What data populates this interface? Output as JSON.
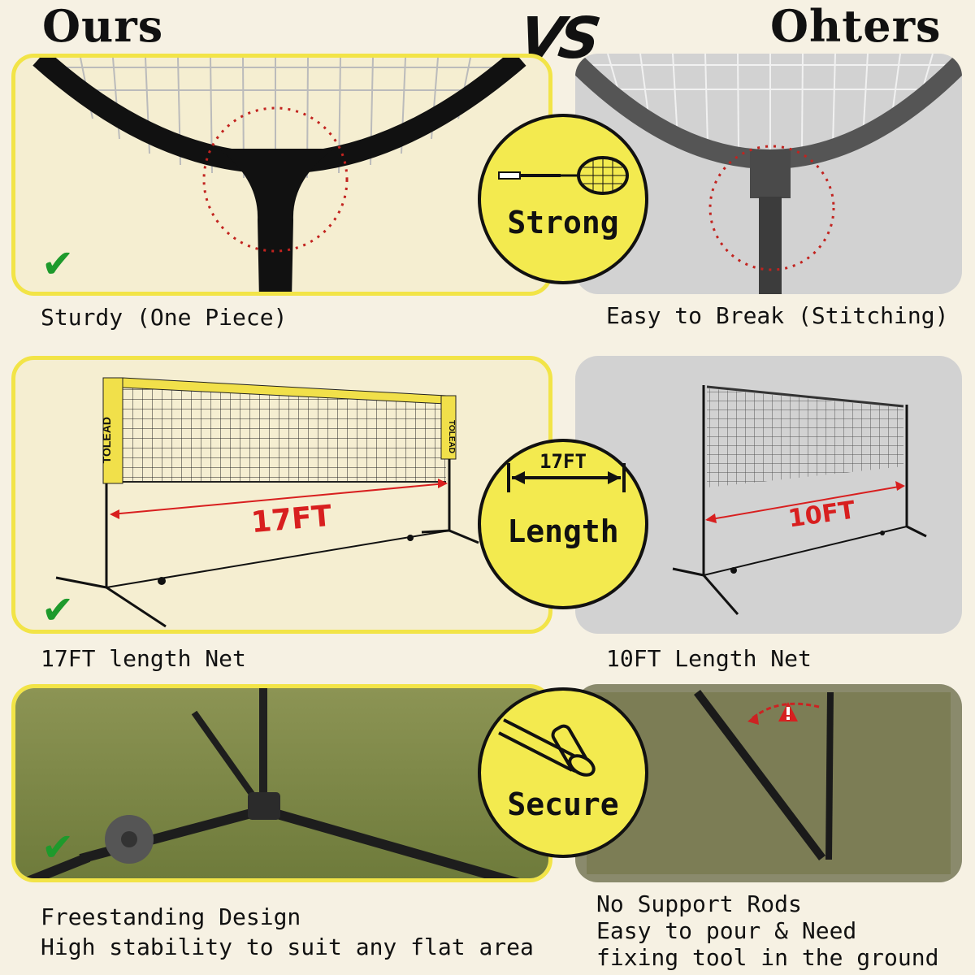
{
  "header": {
    "left_title": "Ours",
    "vs_label": "VS",
    "right_title": "Ohters"
  },
  "rows": [
    {
      "badge_label": "Strong",
      "ours_caption": "Sturdy (One Piece)",
      "others_caption": "Easy to Break (Stitching)"
    },
    {
      "badge_label": "Length",
      "badge_measure": "17FT",
      "ours_measure": "17FT",
      "others_measure": "10FT",
      "ours_brand": "TOLEAD",
      "ours_caption": "17FT length Net",
      "others_caption": "10FT Length Net"
    },
    {
      "badge_label": "Secure",
      "ours_caption_lines": [
        "Freestanding Design",
        "High stability to suit any flat area"
      ],
      "others_caption_lines": [
        "No Support Rods",
        "Easy to pour & Need",
        "fixing tool in the ground"
      ]
    }
  ],
  "colors": {
    "accent_yellow": "#f3ea4f",
    "check_green": "#1e9a2c",
    "measure_red": "#d81f1f"
  },
  "icons": [
    "check-icon",
    "racket-icon",
    "double-arrow-icon",
    "pole-clip-icon",
    "warning-icon"
  ]
}
